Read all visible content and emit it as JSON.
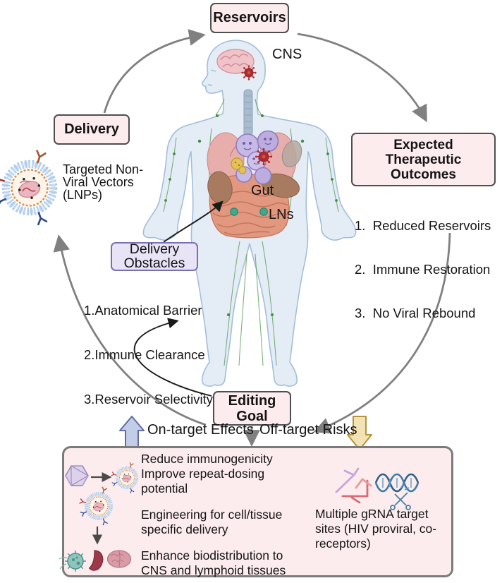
{
  "title_boxes": {
    "reservoirs": "Reservoirs",
    "delivery": "Delivery",
    "expected_outcomes": "Expected Therapeutic Outcomes",
    "delivery_obstacles": "Delivery Obstacles",
    "editing_goal": "Editing Goal"
  },
  "body_labels": {
    "cns": "CNS",
    "gut": "Gut",
    "lns": "LNs"
  },
  "delivery_caption": "Targeted Non-Viral Vectors (LNPs)",
  "expected_outcomes_list": [
    "1.  Reduced Reservoirs",
    "2.  Immune Restoration",
    "3.  No Viral Rebound"
  ],
  "delivery_obstacles_list": [
    "1.Anatomical Barrier",
    "2.Immune Clearance",
    "3.Reservoir Selectivity"
  ],
  "editing_labels": {
    "on_target": "On-target Effects",
    "off_target": "Off-target Risks"
  },
  "bottom_panel": {
    "left_items": [
      "Reduce immunogenicity\nImprove repeat-dosing potential",
      "Engineering for cell/tissue specific delivery",
      "Enhance biodistribution to CNS and lymphoid tissues"
    ],
    "right_item": "Multiple gRNA target sites (HIV proviral, co-receptors)"
  },
  "icons": {
    "human_body": "human-body-anatomy-icon",
    "brain_virus": "hiv-virion-icon",
    "lnp": "lnp-nanoparticle-icon",
    "aav_capsid": "aav-capsid-icon",
    "immune_cell": "immune-cell-icon",
    "spleen": "spleen-icon",
    "brain": "brain-icon",
    "grna": "grna-icon",
    "dna_scissors": "dna-crispr-scissors-icon",
    "up_arrow": "on-target-up-arrow-icon",
    "down_arrow": "off-target-down-arrow-icon"
  },
  "colors": {
    "node_box_fill": "#fdecee",
    "node_box_border": "#4d4e50",
    "obstacles_box_fill": "#e8e4f6",
    "obstacles_box_border": "#7a6fb3",
    "panel_fill": "#fcecee",
    "panel_border": "#7b7b7b",
    "cycle_arrow_gray": "#808080",
    "on_target_arrow_fill": "#c3cde7",
    "on_target_arrow_border": "#5f6da3",
    "off_target_arrow_fill": "#f3e2b3",
    "off_target_arrow_border": "#b59341",
    "virus_red": "#b02a2c",
    "lymph_green": "#5f9e5d"
  }
}
